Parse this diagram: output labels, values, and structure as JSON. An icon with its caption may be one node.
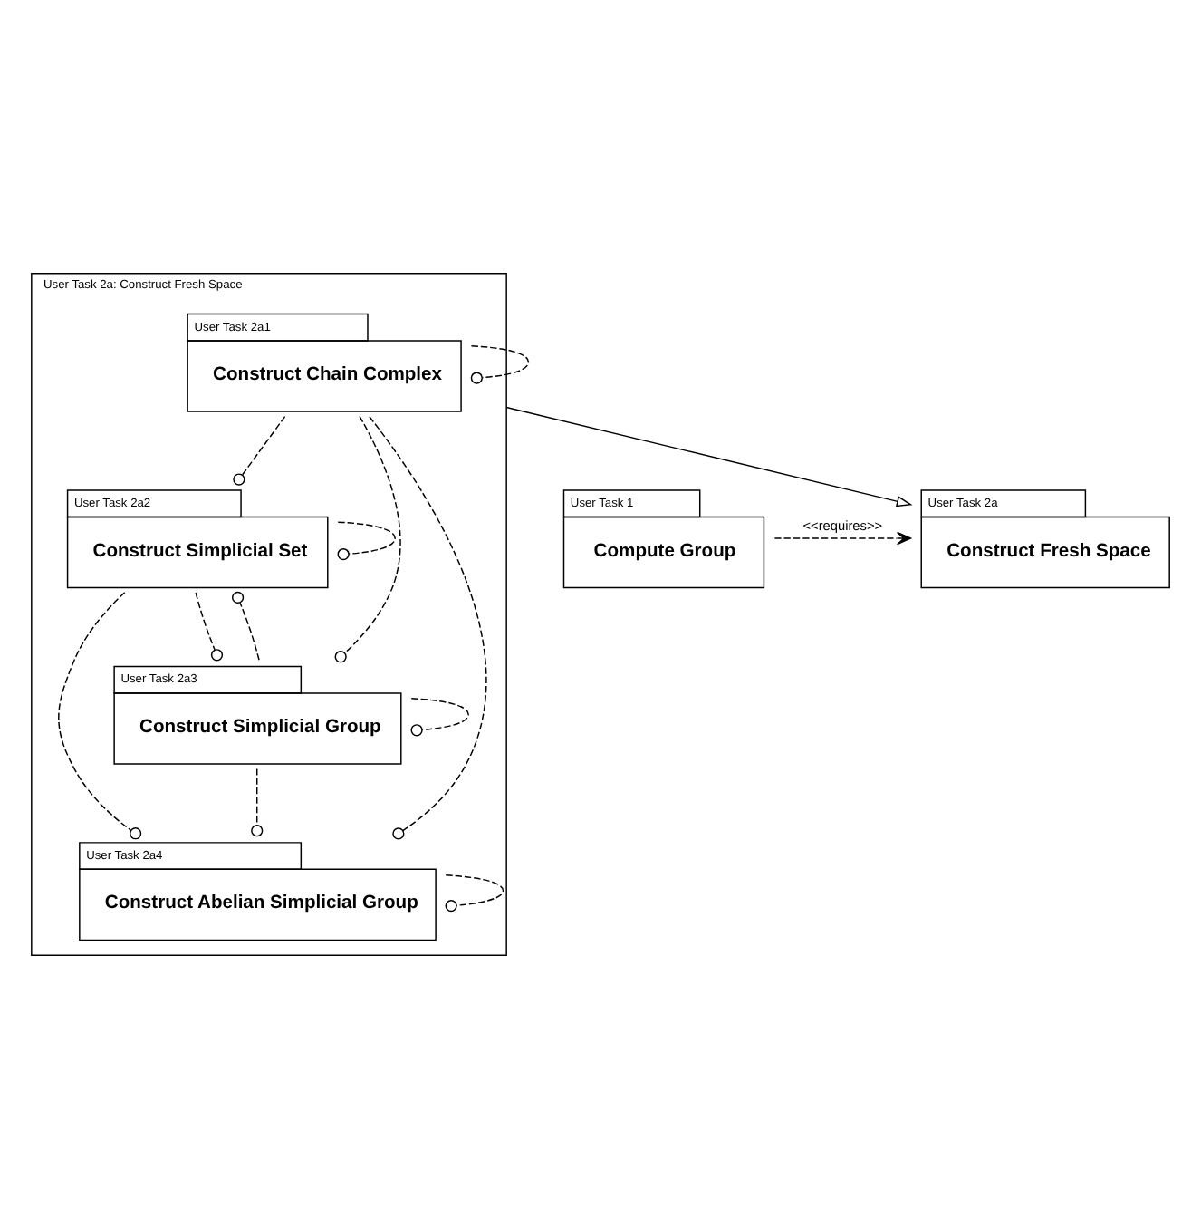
{
  "diagram": {
    "nodes": [
      {
        "text": [
          "User Task 1",
          "Compute Group"
        ]
      },
      {
        "text": [
          "User Task 2a",
          "Construct Fresh Space"
        ]
      },
      {
        "text": [
          "User Task 2a: Construct Fresh Space"
        ]
      },
      {
        "text": [
          "User Task 2a1",
          "Construct Chain Complex"
        ],
        "in": 2
      },
      {
        "text": [
          "User Task 2a2",
          "Construct Simplicial Set"
        ],
        "in": 2
      },
      {
        "text": [
          "User Task 2a3",
          "Construct Simplicial Group"
        ],
        "in": 2
      },
      {
        "text": [
          "User Task 2a4",
          "Construct Abelian Simplicial Group"
        ],
        "in": 2
      }
    ],
    "edges": [
      {
        "from": 0,
        "to": 1,
        "arrow": "to",
        "label": "<<requires>>",
        "style": "dashed"
      },
      {
        "from": 2,
        "to": 1,
        "arrow": "to"
      },
      {
        "from": 3,
        "to": 4,
        "arrow": "other",
        "style": "dashed"
      },
      {
        "from": 3,
        "to": 3,
        "arrow": "other",
        "style": "dashed"
      },
      {
        "from": 3,
        "to": 5,
        "arrow": "other",
        "style": "dashed"
      },
      {
        "from": 3,
        "to": 6,
        "arrow": "other",
        "style": "dashed"
      },
      {
        "from": 4,
        "to": 5,
        "arrow": "other",
        "style": "dashed"
      },
      {
        "from": 5,
        "to": 4,
        "arrow": "other",
        "style": "dashed"
      },
      {
        "from": 4,
        "to": 4,
        "arrow": "other",
        "style": "dashed"
      },
      {
        "from": 4,
        "to": 6,
        "arrow": "other",
        "style": "dashed"
      },
      {
        "from": 5,
        "to": 6,
        "arrow": "other",
        "style": "dashed"
      },
      {
        "from": 5,
        "to": 5,
        "arrow": "other",
        "style": "dashed"
      },
      {
        "from": 6,
        "to": 6,
        "arrow": "other",
        "style": "dashed"
      }
    ]
  }
}
